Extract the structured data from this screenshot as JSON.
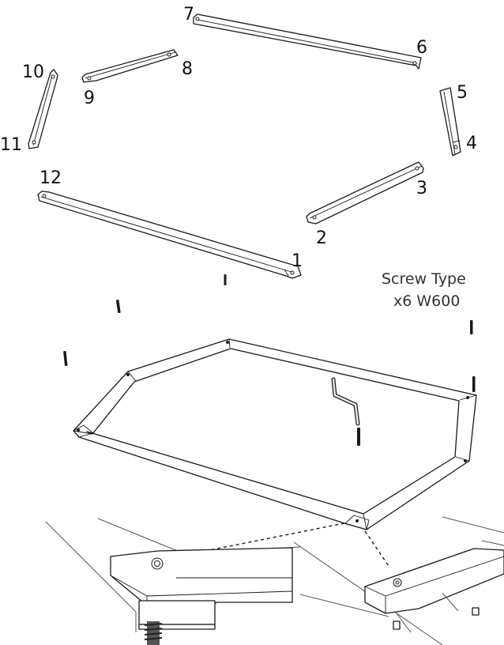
{
  "labels": {
    "p1": "1",
    "p2": "2",
    "p3": "3",
    "p4": "4",
    "p5": "5",
    "p6": "6",
    "p7": "7",
    "p8": "8",
    "p9": "9",
    "p10": "10",
    "p11": "11",
    "p12": "12"
  },
  "screw_note": {
    "line1": "Screw Type",
    "line2": "x6 W600"
  }
}
